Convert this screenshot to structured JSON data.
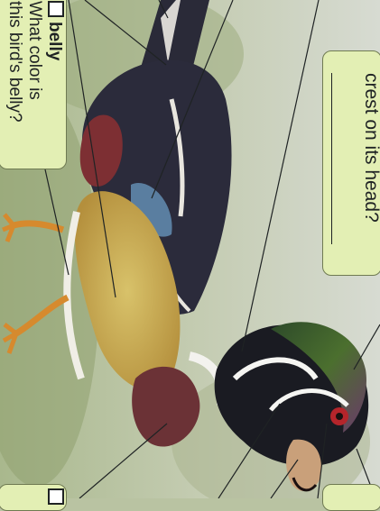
{
  "cards": {
    "belly": {
      "label": "belly",
      "question_line1": "What color is",
      "question_line2": "this bird's belly?"
    },
    "crest": {
      "question_line1": "crest on its head?"
    }
  },
  "colors": {
    "card_fill": "#e3efb4",
    "card_border": "#6f7a52",
    "leader_line": "#1f2324",
    "background": "#b9c3a2"
  },
  "illustration": {
    "subject": "wood duck drawing (rotated 90 degrees)"
  }
}
